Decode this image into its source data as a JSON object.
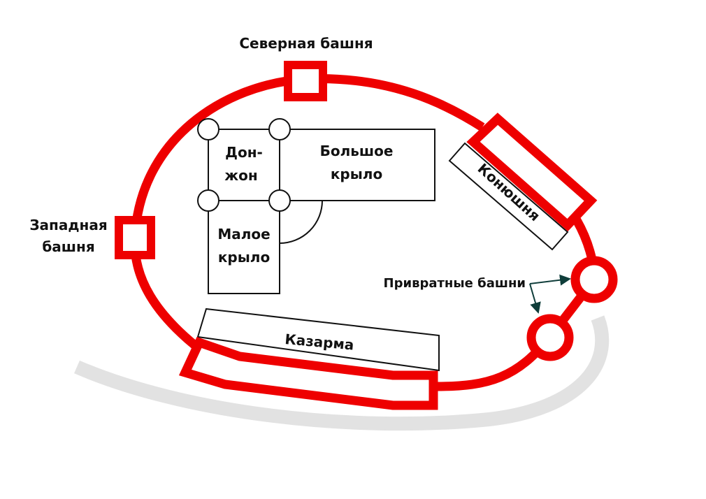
{
  "labels": {
    "north_tower": "Северная башня",
    "west_tower_1": "Западная",
    "west_tower_2": "башня",
    "donjon_1": "Дон-",
    "donjon_2": "жон",
    "great_wing_1": "Большое",
    "great_wing_2": "крыло",
    "small_wing_1": "Малое",
    "small_wing_2": "крыло",
    "stable": "Конюшня",
    "gate_towers": "Привратные башни",
    "barracks": "Казарма"
  },
  "colors": {
    "wall": "#ee0000",
    "moat": "#e2e2e2",
    "arrow": "#0f3d3a"
  }
}
